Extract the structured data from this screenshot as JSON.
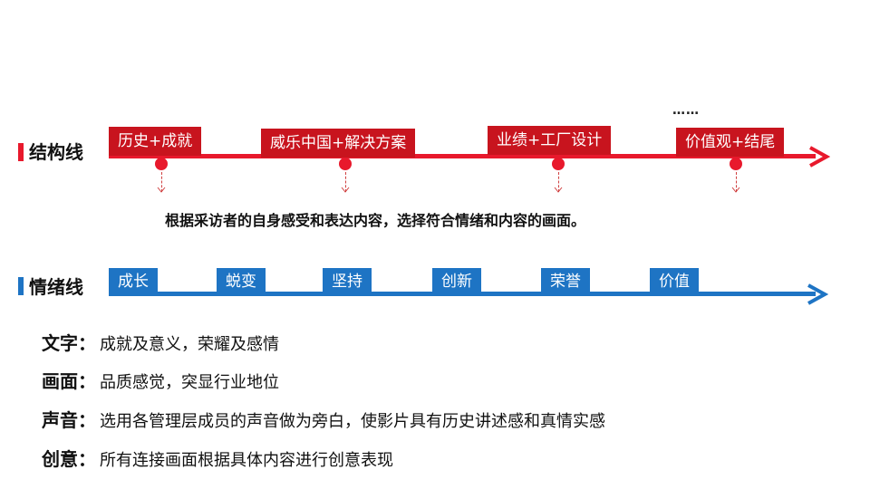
{
  "structure_line": {
    "label": "结构线",
    "color": "#e8192c",
    "stages": [
      "历史+成就",
      "威乐中国+解决方案",
      "业绩+工厂设计",
      "价值观+结尾"
    ],
    "ellipsis": "……",
    "note": "根据采访者的自身感受和表达内容，选择符合情绪和内容的画面。"
  },
  "emotion_line": {
    "label": "情绪线",
    "color": "#1e74c4",
    "stages": [
      "成长",
      "蜕变",
      "坚持",
      "创新",
      "荣誉",
      "价值"
    ]
  },
  "details": [
    {
      "key": "文字：",
      "value": "成就及意义，荣耀及感情"
    },
    {
      "key": "画面：",
      "value": "品质感觉，突显行业地位"
    },
    {
      "key": "声音：",
      "value": "选用各管理层成员的声音做为旁白，使影片具有历史讲述感和真情实感"
    },
    {
      "key": "创意：",
      "value": "所有连接画面根据具体内容进行创意表现"
    }
  ]
}
